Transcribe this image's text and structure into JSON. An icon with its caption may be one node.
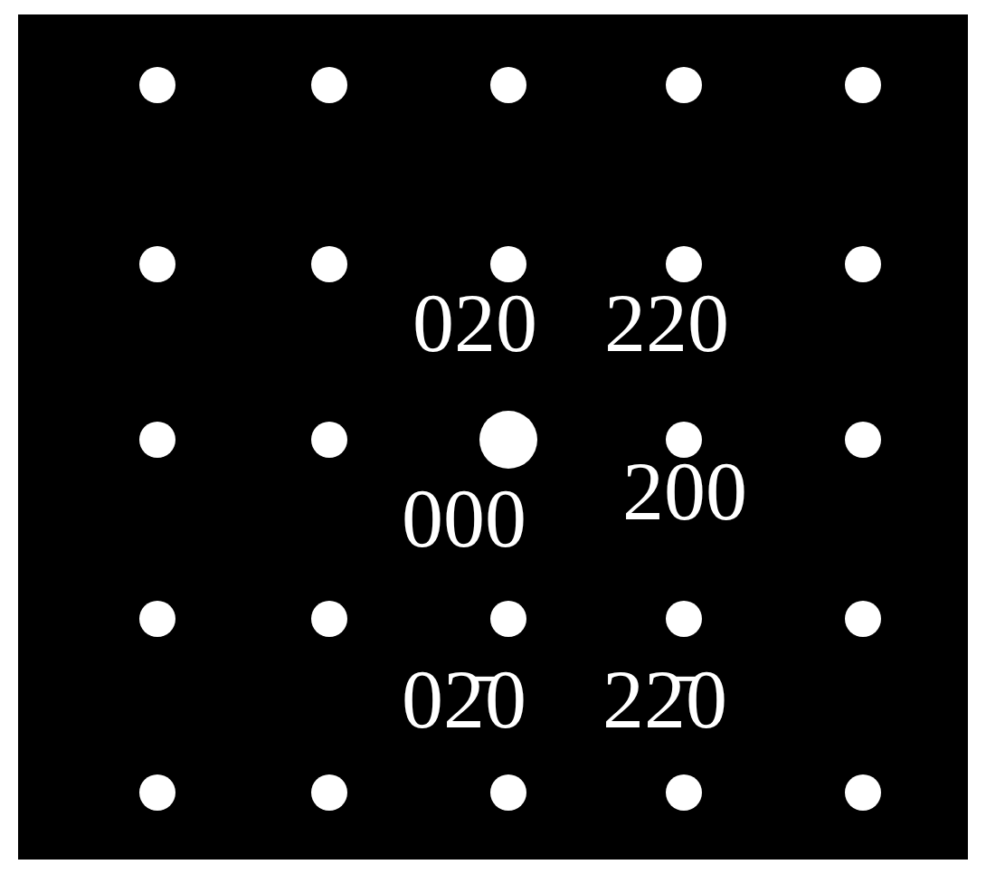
{
  "diagram": {
    "labels": [
      "020",
      "220",
      "000",
      "200",
      "02̄0",
      "22̄0"
    ]
  }
}
